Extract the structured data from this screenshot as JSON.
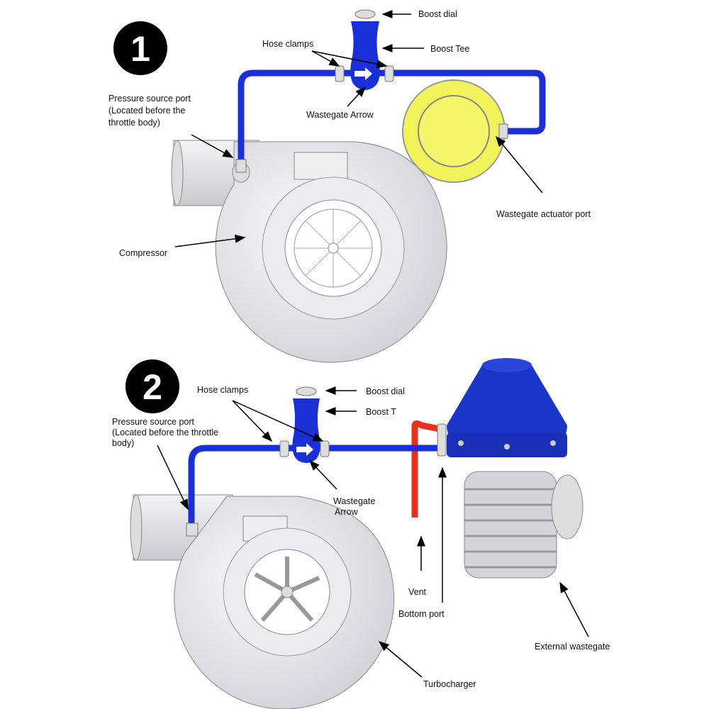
{
  "diagram1": {
    "badge": "1",
    "labels": {
      "boost_dial": "Boost dial",
      "hose_clamps": "Hose clamps",
      "boost_tee": "Boost Tee",
      "pressure_source_line1": "Pressure source port",
      "pressure_source_line2": "(Located before the",
      "pressure_source_line3": "throttle body)",
      "wastegate_arrow": "Wastegate Arrow",
      "actuator_port": "Wastegate actuator port",
      "compressor": "Compressor"
    }
  },
  "diagram2": {
    "badge": "2",
    "labels": {
      "hose_clamps": "Hose clamps",
      "boost_dial": "Boost dial",
      "boost_t": "Boost T",
      "pressure_source_line1": "Pressure source port",
      "pressure_source_line2": "(Located before the throttle",
      "pressure_source_line3": "body)",
      "wastegate_arrow_line1": "Wastegate",
      "wastegate_arrow_line2": "Arrow",
      "vent": "Vent",
      "bottom_port": "Bottom port",
      "external_wastegate": "External wastegate",
      "turbocharger": "Turbocharger"
    }
  },
  "colors": {
    "hose": "#1a2fd6",
    "actuator": "#f2f25a",
    "vent": "#e8301c",
    "housing": "#e6e6ea"
  }
}
